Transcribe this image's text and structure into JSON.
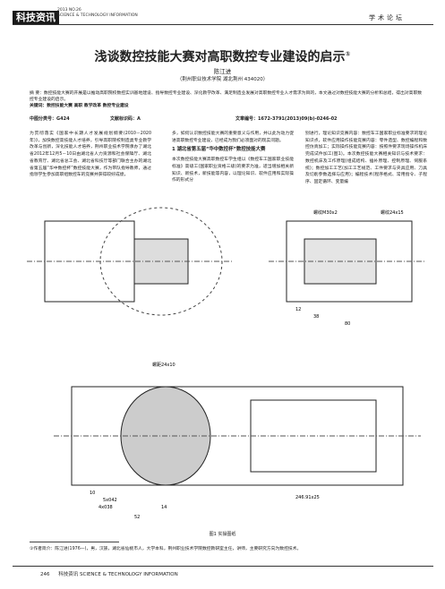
{
  "header": {
    "badge": "科技资讯",
    "meta_line1": "2013 NO.26",
    "meta_line2": "SCIENCE & TECHNOLOGY INFORMATION",
    "section": "学术论坛"
  },
  "article": {
    "title": "浅谈数控技能大赛对高职数控专业建设的启示",
    "title_note": "①",
    "author": "陈江进",
    "affiliation": "（荆州职业技术学院 湖北荆州 434020）",
    "abstract": "摘 要：数控技能大赛的开展是以推动高职院校数控实训基地建设、指导数控专业建设、深化教学改革、满足制造业发展对高职数控专业人才需求为目的，本文通过对数控技能大赛的分析和总结，得出对高职数控专业建设的启示。",
    "keywords": "关键词：数控技能大赛  高职  教学改革  数控专业建设",
    "clc": "中图分类号：G424",
    "doc_code": "文献标识码：A",
    "article_no": "文章编号：1672-3791(2013)09(b)-0246-02",
    "col1": "为贯彻落实《国家中长期人才发展规划纲要(2010－2020年)》，加快数控高技能人才培养，引导高职院校制造类专业教学改革与创新，深化技能人才培养，荆州职业技术学院承办了湖北省2012年12月5－10日由湖北省人力资源和社会保障厅、湖北省教育厅、湖北省总工会、湖北省科技厅等部门联合主办的湖北省第五届“华中数控杯”数控技能大赛，作为带队指导教师，通过指领学生参加高职组数控车的竞赛并获得较好成绩，",
    "col2": "多，如何认识数控技能大赛的重要意义与作用，并以此为动力促进高职数控专业建设，已经成为我们必须面对的现实问题。",
    "section1": "1  湖北省第五届“华中数控杯”数控技能大赛",
    "col2b": "本次数控技能大赛高职数控车学生组以《数控车工国家职业技能标准》高级工(国家职业资格三级)的要求为准，适当增加相关新知识、新技术，新技能等内容，以理论知识、软件应用和实际操作的形式分",
    "col3": "别进行，理论知识竞赛内容：数控车工国家职业标准要求的理论知识点，软件应用操作技能竞赛内容：零件造型、数控编程和数控仿真加工；实际操作技能竞赛内容：按照件要求现场操作机床完成试件加工(图1)。本次数控技能大赛相关知识与技术要求：数控机床及工作原理(组成结构、插补原理、控制原理、伺服系统)；数控加工工艺(加工工艺规范、工件要求与夹具应用、刀具及切削参数选择与应用)；编程技术(程序格式、常用指令、子程序、固定循环、变量编",
    "figure_caption": "图1  实操图纸",
    "footnote": "①作者简介：陈江进(1976—)，男，汉族，湖北省仙桃市人，大学本科，荆州职业技术学院数控教研室主任，讲师，主要研究方向为数控技术。",
    "page_number": "246",
    "footer_title": "科技资讯 SCIENCE & TECHNOLOGY INFORMATION"
  },
  "drawing_labels": {
    "thread_a": "螺纹M30x2",
    "thread_b": "螺纹24x15",
    "thread_c": "螺距24x10",
    "dims_bottom": [
      "10",
      "5x042",
      "4x038",
      "14",
      "52"
    ],
    "dims_right": [
      "12",
      "38",
      "80"
    ],
    "note": "246.91x25"
  }
}
